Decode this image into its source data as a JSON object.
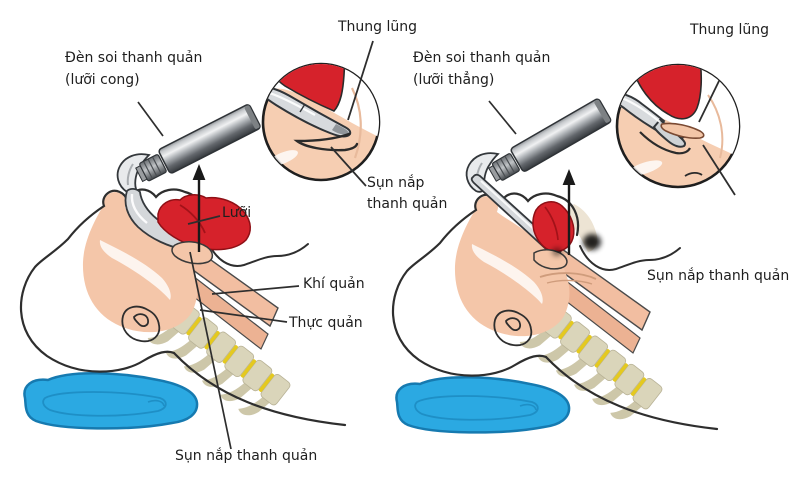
{
  "figure": {
    "left": {
      "scope_line1": "Đèn soi thanh quản",
      "scope_line2": "(lưỡi cong)",
      "vallecula": "Thung lũng",
      "tongue": "Lưỡi",
      "trachea": "Khí quản",
      "esophagus": "Thực quản",
      "inset_epiglottis_line1": "Sụn nắp",
      "inset_epiglottis_line2": "thanh quản",
      "epiglottis": "Sụn nắp thanh quản"
    },
    "right": {
      "scope_line1": "Đèn soi thanh quản",
      "scope_line2": "(lưỡi thẳng)",
      "vallecula": "Thung lũng",
      "epiglottis": "Sụn nắp thanh quản"
    },
    "colors": {
      "tongue_red": "#d6222b",
      "skin": "#f4c6a9",
      "pillow_blue": "#2ba9e2",
      "metal_light": "#d4d7da",
      "spine_beige": "#dad5ba",
      "disc_yellow": "#e4c91f",
      "outline": "#2e2e2e",
      "text": "#1e1e1e"
    }
  }
}
